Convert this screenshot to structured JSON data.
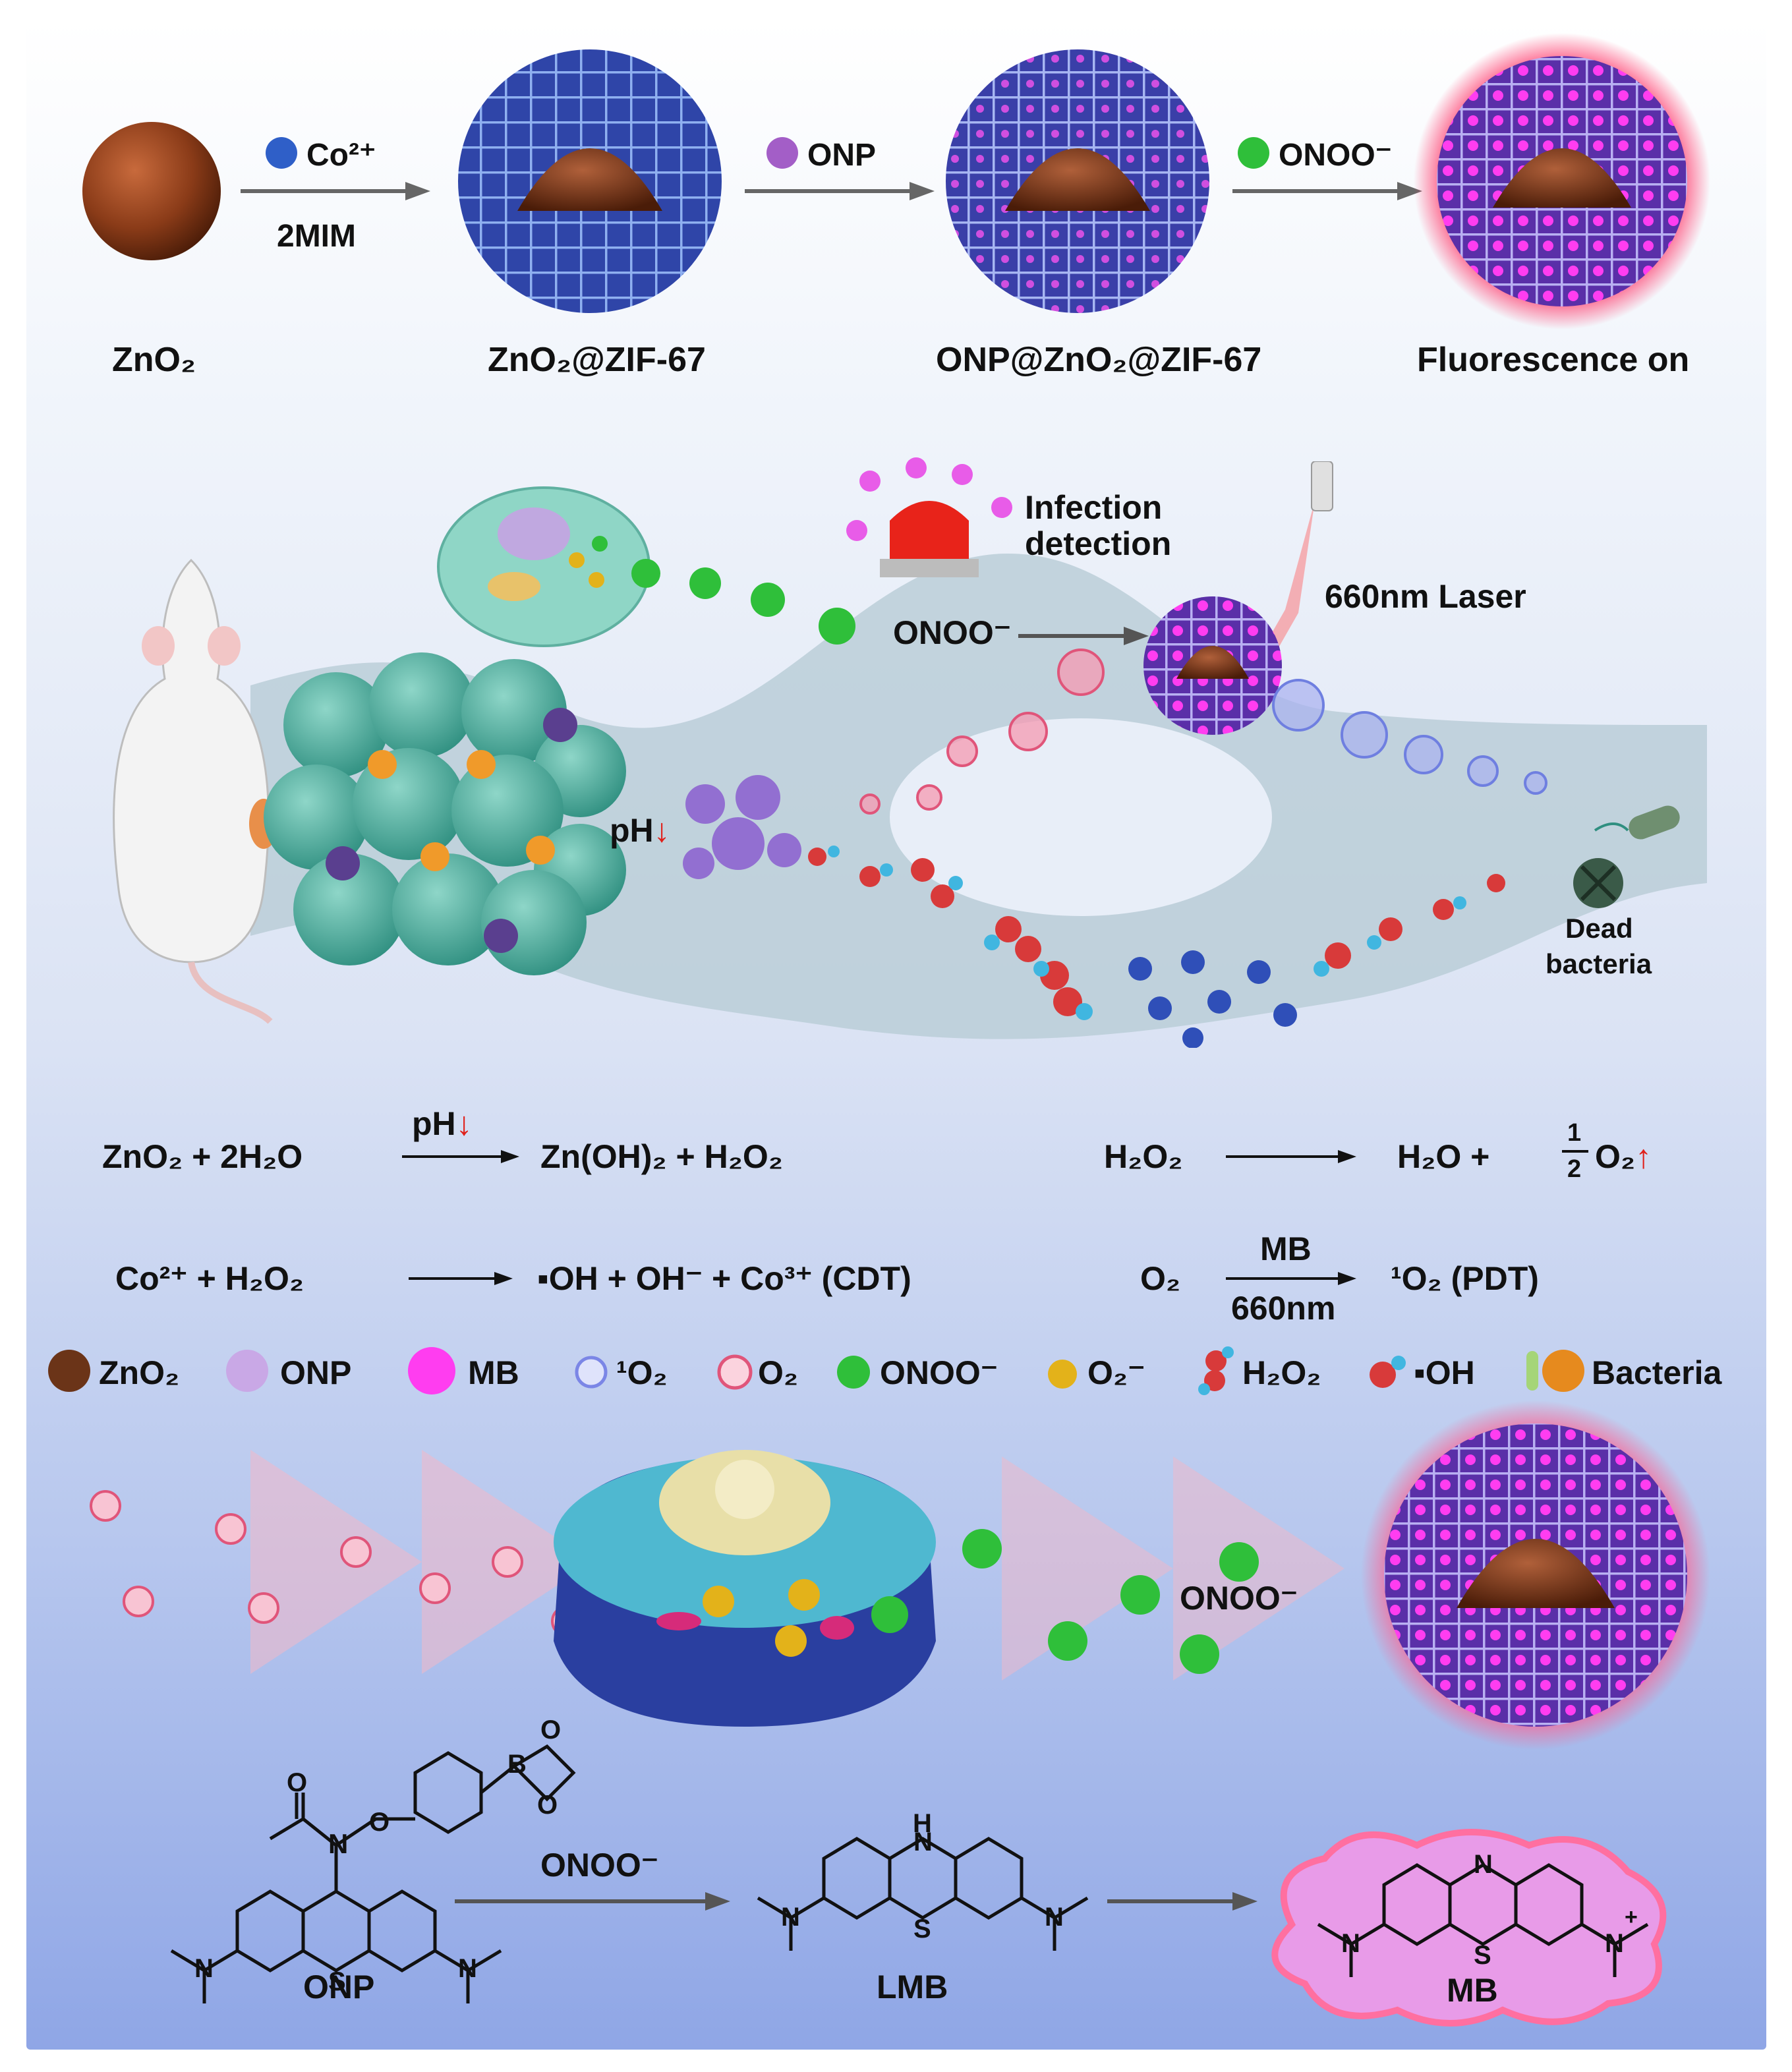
{
  "synthesis": {
    "reagent1_ion": "Co²⁺",
    "reagent1_sub": "2MIM",
    "reagent2": "ONP",
    "reagent3": "ONOO⁻",
    "stage1": "ZnO₂",
    "stage2": "ZnO₂@ZIF-67",
    "stage3": "ONP@ZnO₂@ZIF-67",
    "stage4": "Fluorescence on"
  },
  "mechanism": {
    "infection_detection_line1": "Infection",
    "infection_detection_line2": "detection",
    "onoo_label": "ONOO⁻",
    "laser_label": "660nm Laser",
    "ph_label": "pH",
    "dead_bacteria_line1": "Dead",
    "dead_bacteria_line2": "bacteria"
  },
  "equations": {
    "eq1_left": "ZnO₂  +  2H₂O",
    "eq1_condition": "pH",
    "eq1_right": "Zn(OH)₂  +  H₂O₂",
    "eq2_left": "H₂O₂",
    "eq2_right": "H₂O  +",
    "eq2_half_num": "1",
    "eq2_half_den": "2",
    "eq2_o2": "O₂",
    "eq3_left": "Co²⁺  +  H₂O₂",
    "eq3_right": "▪OH  +  OH⁻  +  Co³⁺ (CDT)",
    "eq4_left": "O₂",
    "eq4_top": "MB",
    "eq4_bottom": "660nm",
    "eq4_right": "¹O₂ (PDT)"
  },
  "legend": [
    {
      "label": "ZnO₂",
      "icon": "zno2-sphere-icon",
      "color": "#6b3418"
    },
    {
      "label": "ONP",
      "icon": "onp-sphere-icon",
      "color": "#c9a8e6"
    },
    {
      "label": "MB",
      "icon": "mb-sphere-icon",
      "color": "#ff3df0"
    },
    {
      "label": "¹O₂",
      "icon": "singlet-oxygen-bubble-icon",
      "color": "#9aa4f0"
    },
    {
      "label": "O₂",
      "icon": "oxygen-bubble-icon",
      "color": "#f37a9a"
    },
    {
      "label": "ONOO⁻",
      "icon": "peroxynitrite-sphere-icon",
      "color": "#2fbf3a"
    },
    {
      "label": "O₂⁻",
      "icon": "superoxide-sphere-icon",
      "color": "#e3b21a"
    },
    {
      "label": "H₂O₂",
      "icon": "hydrogen-peroxide-molecule-icon",
      "color": "#d83a3a"
    },
    {
      "label": "▪OH",
      "icon": "hydroxyl-molecule-icon",
      "color": "#d83a3a"
    },
    {
      "label": "Bacteria",
      "icon": "bacteria-icon",
      "color": "#e68a1e"
    }
  ],
  "bottom_panel": {
    "onoo_label": "ONOO⁻"
  },
  "chemistry": {
    "onp_label": "ONP",
    "lmb_label": "LMB",
    "mb_label": "MB",
    "reaction_label": "ONOO⁻",
    "atoms": {
      "N": "N",
      "S": "S",
      "O": "O",
      "B": "B",
      "H": "H",
      "plus": "+"
    }
  }
}
